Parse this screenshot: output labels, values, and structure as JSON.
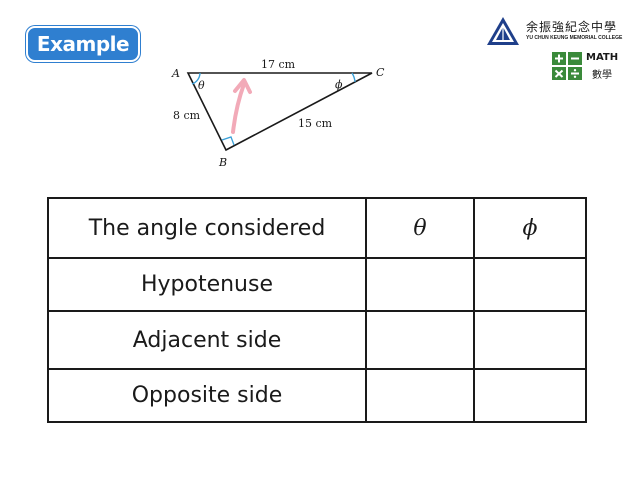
{
  "badge": {
    "label": "Example"
  },
  "school": {
    "name_zh": "余振強紀念中學",
    "name_en": "YU CHUN KEUNG MEMORIAL COLLEGE"
  },
  "subject": {
    "label_en": "MATH",
    "label_zh": "數學"
  },
  "diagram": {
    "vertices": {
      "a": "A",
      "b": "B",
      "c": "C"
    },
    "angles": {
      "at_a": "θ",
      "at_c": "ϕ"
    },
    "sides": {
      "ac": "17 cm",
      "ab": "8 cm",
      "bc": "15 cm"
    }
  },
  "table": {
    "header": {
      "label": "The angle considered",
      "theta": "θ",
      "phi": "ϕ"
    },
    "rows": [
      {
        "label": "Hypotenuse"
      },
      {
        "label": "Adjacent side"
      },
      {
        "label": "Opposite side"
      }
    ]
  },
  "colors": {
    "badge": "#2f7fd0",
    "angle_mark": "#3aa0d8",
    "arrow": "#f2aab8",
    "math_green": "#3a8a3a"
  }
}
